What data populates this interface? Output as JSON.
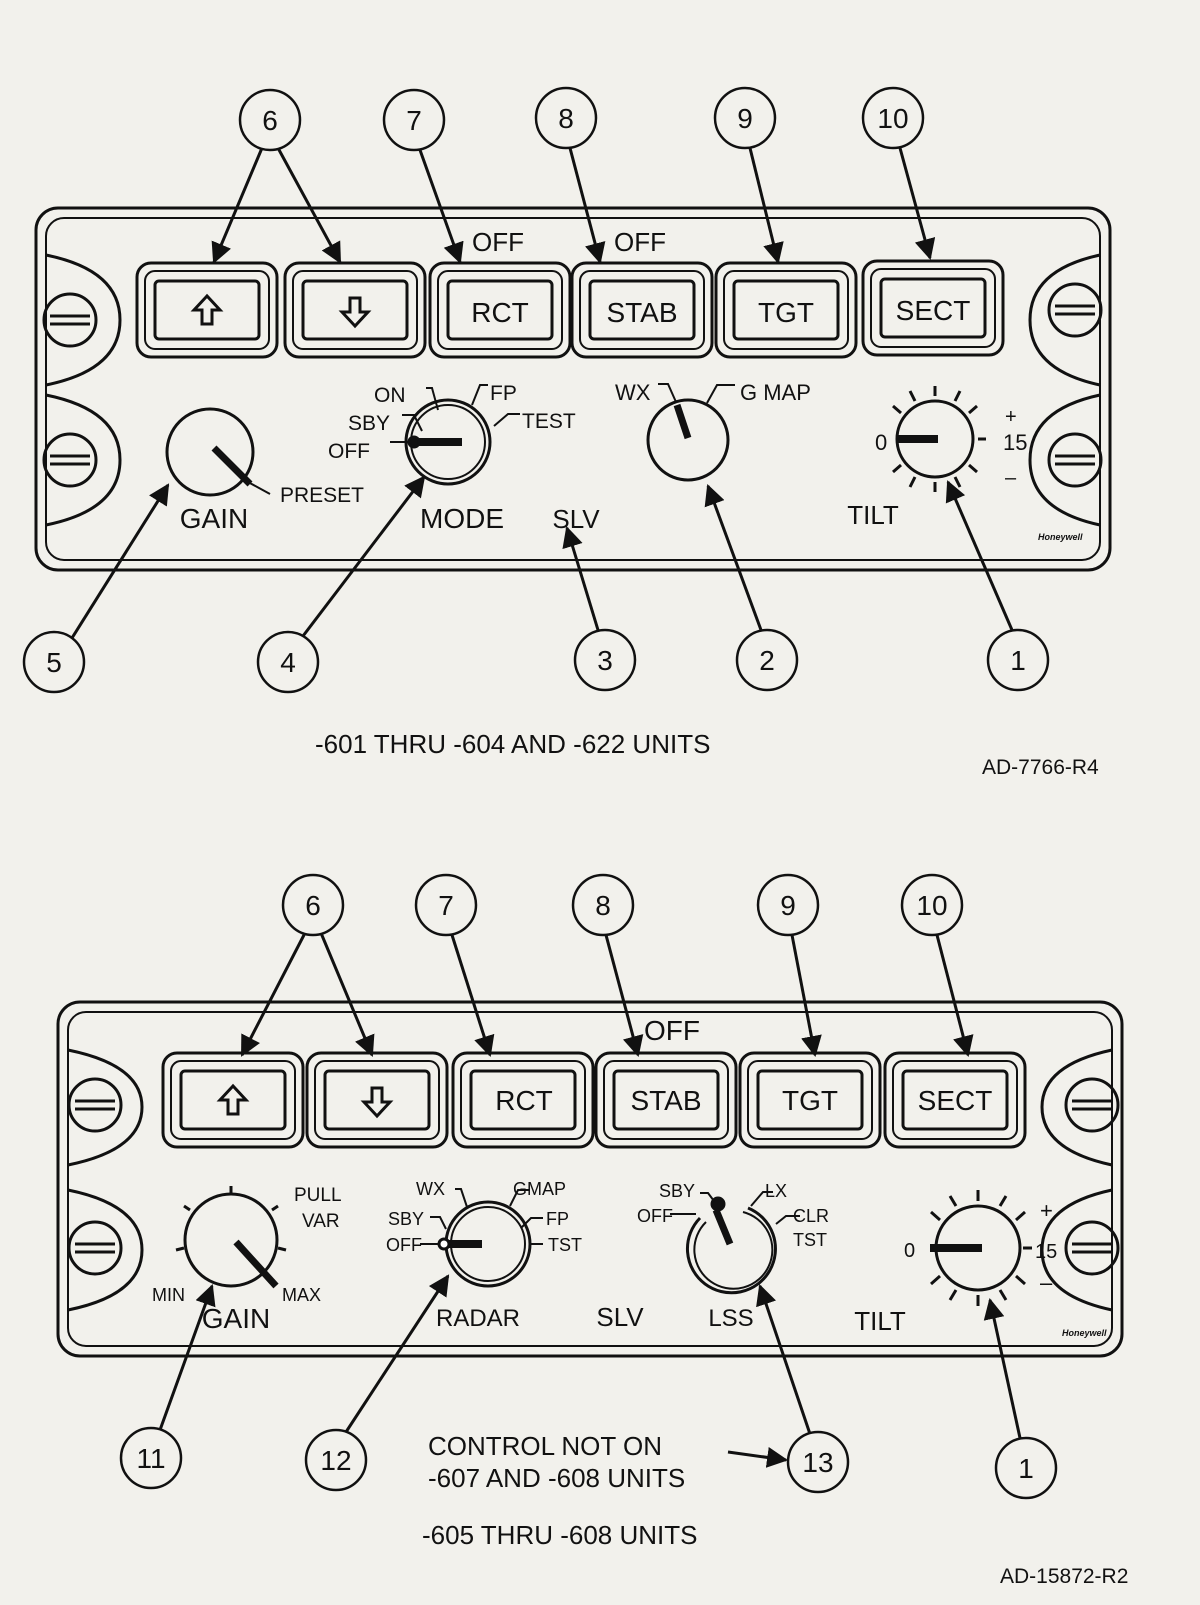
{
  "diagram_top": {
    "callouts": [
      "6",
      "7",
      "8",
      "9",
      "10",
      "5",
      "4",
      "3",
      "2",
      "1"
    ],
    "buttons": {
      "up_icon": "up-arrow-icon",
      "down_icon": "down-arrow-icon",
      "rct": "RCT",
      "stab": "STAB",
      "tgt": "TGT",
      "sect": "SECT",
      "rct_off": "OFF",
      "stab_off": "OFF"
    },
    "gain": {
      "label": "GAIN",
      "preset": "PRESET"
    },
    "mode": {
      "label": "MODE",
      "on": "ON",
      "sby": "SBY",
      "off": "OFF",
      "fp": "FP",
      "test": "TEST"
    },
    "slv": "SLV",
    "wx_switch": {
      "wx": "WX",
      "gmap": "G MAP"
    },
    "tilt": {
      "label": "TILT",
      "zero": "0",
      "fifteen": "15",
      "plus": "+",
      "minus": "–"
    },
    "brand": "Honeywell",
    "caption": "-601 THRU -604 AND -622 UNITS",
    "figure_id": "AD-7766-R4"
  },
  "diagram_bottom": {
    "callouts": [
      "6",
      "7",
      "8",
      "9",
      "10",
      "11",
      "12",
      "13",
      "1"
    ],
    "buttons": {
      "up_icon": "up-arrow-icon",
      "down_icon": "down-arrow-icon",
      "rct": "RCT",
      "stab": "STAB",
      "tgt": "TGT",
      "sect": "SECT",
      "stab_off": "OFF"
    },
    "gain": {
      "label": "GAIN",
      "pull": "PULL",
      "var": "VAR",
      "min": "MIN",
      "max": "MAX"
    },
    "radar": {
      "label": "RADAR",
      "wx": "WX",
      "gmap": "GMAP",
      "sby": "SBY",
      "fp": "FP",
      "off": "OFF",
      "tst": "TST"
    },
    "slv": "SLV",
    "lss": {
      "label": "LSS",
      "sby": "SBY",
      "lx": "LX",
      "off": "OFF",
      "clr": "CLR",
      "tst": "TST"
    },
    "tilt": {
      "label": "TILT",
      "zero": "0",
      "fifteen": "15",
      "plus": "+",
      "minus": "–"
    },
    "brand": "Honeywell",
    "note_line1": "CONTROL NOT ON",
    "note_line2": "-607 AND -608 UNITS",
    "caption": "-605 THRU -608 UNITS",
    "figure_id": "AD-15872-R2"
  }
}
